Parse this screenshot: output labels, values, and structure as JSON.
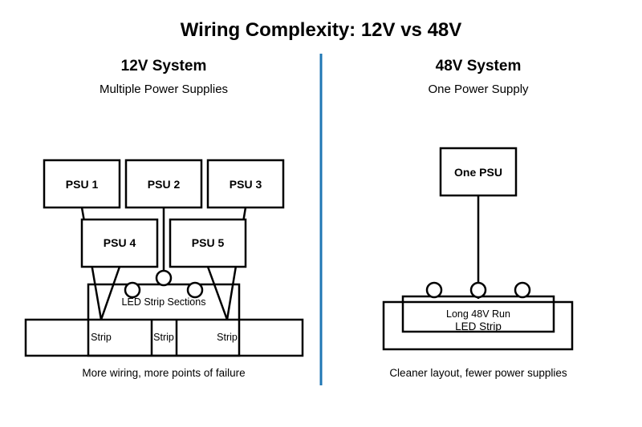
{
  "title": "Wiring Complexity: 12V vs 48V",
  "divider_color": "#1f77b4",
  "left": {
    "heading": "12V System",
    "subheading": "Multiple Power Supplies",
    "psus": [
      "PSU 1",
      "PSU 2",
      "PSU 3",
      "PSU 4",
      "PSU 5"
    ],
    "strip_sections_label": "LED Strip Sections",
    "strip_labels": [
      "Strip",
      "Strip",
      "Strip"
    ],
    "caption": "More wiring, more points of failure"
  },
  "right": {
    "heading": "48V System",
    "subheading": "One Power Supply",
    "psu": "One PSU",
    "run_label": "Long 48V Run",
    "strip_label": "LED Strip",
    "caption": "Cleaner layout, fewer power supplies"
  }
}
